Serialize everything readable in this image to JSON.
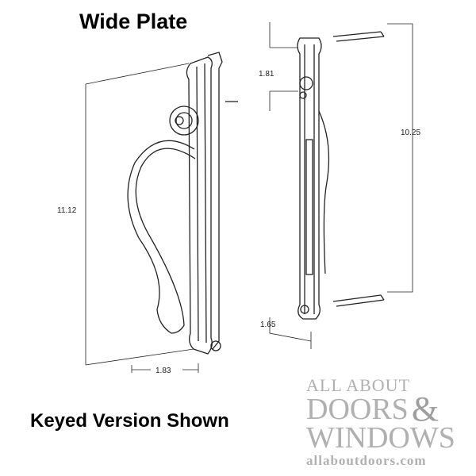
{
  "title": "Wide Plate",
  "caption": "Keyed Version Shown",
  "dimensions": {
    "d1": "1.81",
    "d2": "10.25",
    "d3": "11.12",
    "d4": "1.65",
    "d5": "1.83"
  },
  "logo": {
    "line1": "ALL ABOUT",
    "line2": "DOORS",
    "ampersand": "&",
    "line3": "WINDOWS",
    "url": "allaboutdoors.com"
  }
}
